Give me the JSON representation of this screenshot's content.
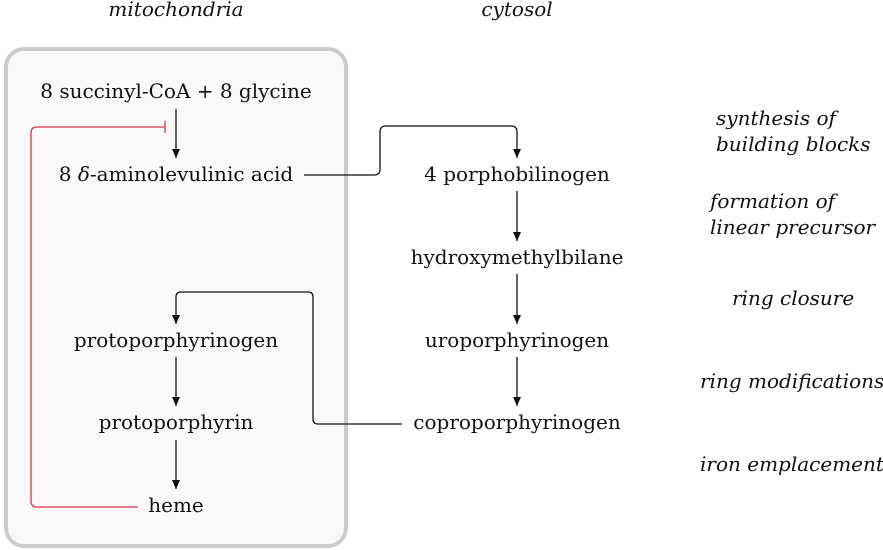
{
  "headers": {
    "mitochondria": "mitochondria",
    "cytosol": "cytosol"
  },
  "nodes": {
    "substrates": "8 succinyl-CoA + 8 glycine",
    "ala_prefix": "8 ",
    "ala_delta": "δ",
    "ala_suffix": "-aminolevulinic acid",
    "porphobilinogen": "4 porphobilinogen",
    "hydroxymethylbilane": "hydroxymethylbilane",
    "uroporphyrinogen": "uroporphyrinogen",
    "coproporphyrinogen": "coproporphyrinogen",
    "protoporphyrinogen": "protoporphyrinogen",
    "protoporphyrin": "protoporphyrin",
    "heme": "heme"
  },
  "stages": {
    "synthesis_1": "synthesis of",
    "synthesis_2": "building blocks",
    "formation_1": "formation of",
    "formation_2": "linear precursor",
    "ring_closure": "ring closure",
    "ring_modifications": "ring modifications",
    "iron_emplacement": "iron emplacement"
  },
  "colors": {
    "compartment_border": "#cccccc",
    "compartment_fill": "#f9f9f9",
    "inhibition": "#d6334a",
    "arrow": "#111111"
  }
}
